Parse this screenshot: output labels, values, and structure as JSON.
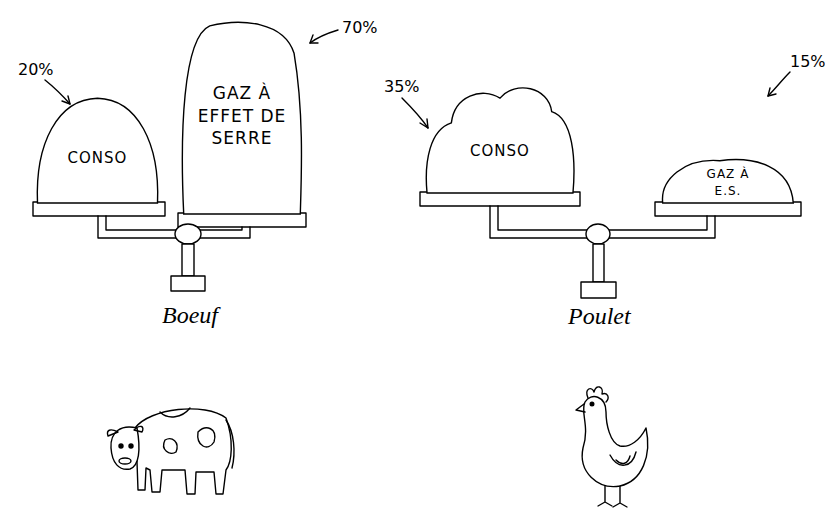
{
  "diagram": {
    "nodes": [
      {
        "text": [
          "CONSO"
        ]
      },
      {
        "text": [
          "GAZ À EFFET DE SERRE"
        ]
      },
      {
        "text": [
          "CONSO"
        ]
      },
      {
        "text": [
          "GAZ À E.S."
        ]
      }
    ],
    "labels": [
      "20%",
      "70%",
      "35%",
      "15%",
      "Boeuf",
      "Poulet"
    ]
  }
}
